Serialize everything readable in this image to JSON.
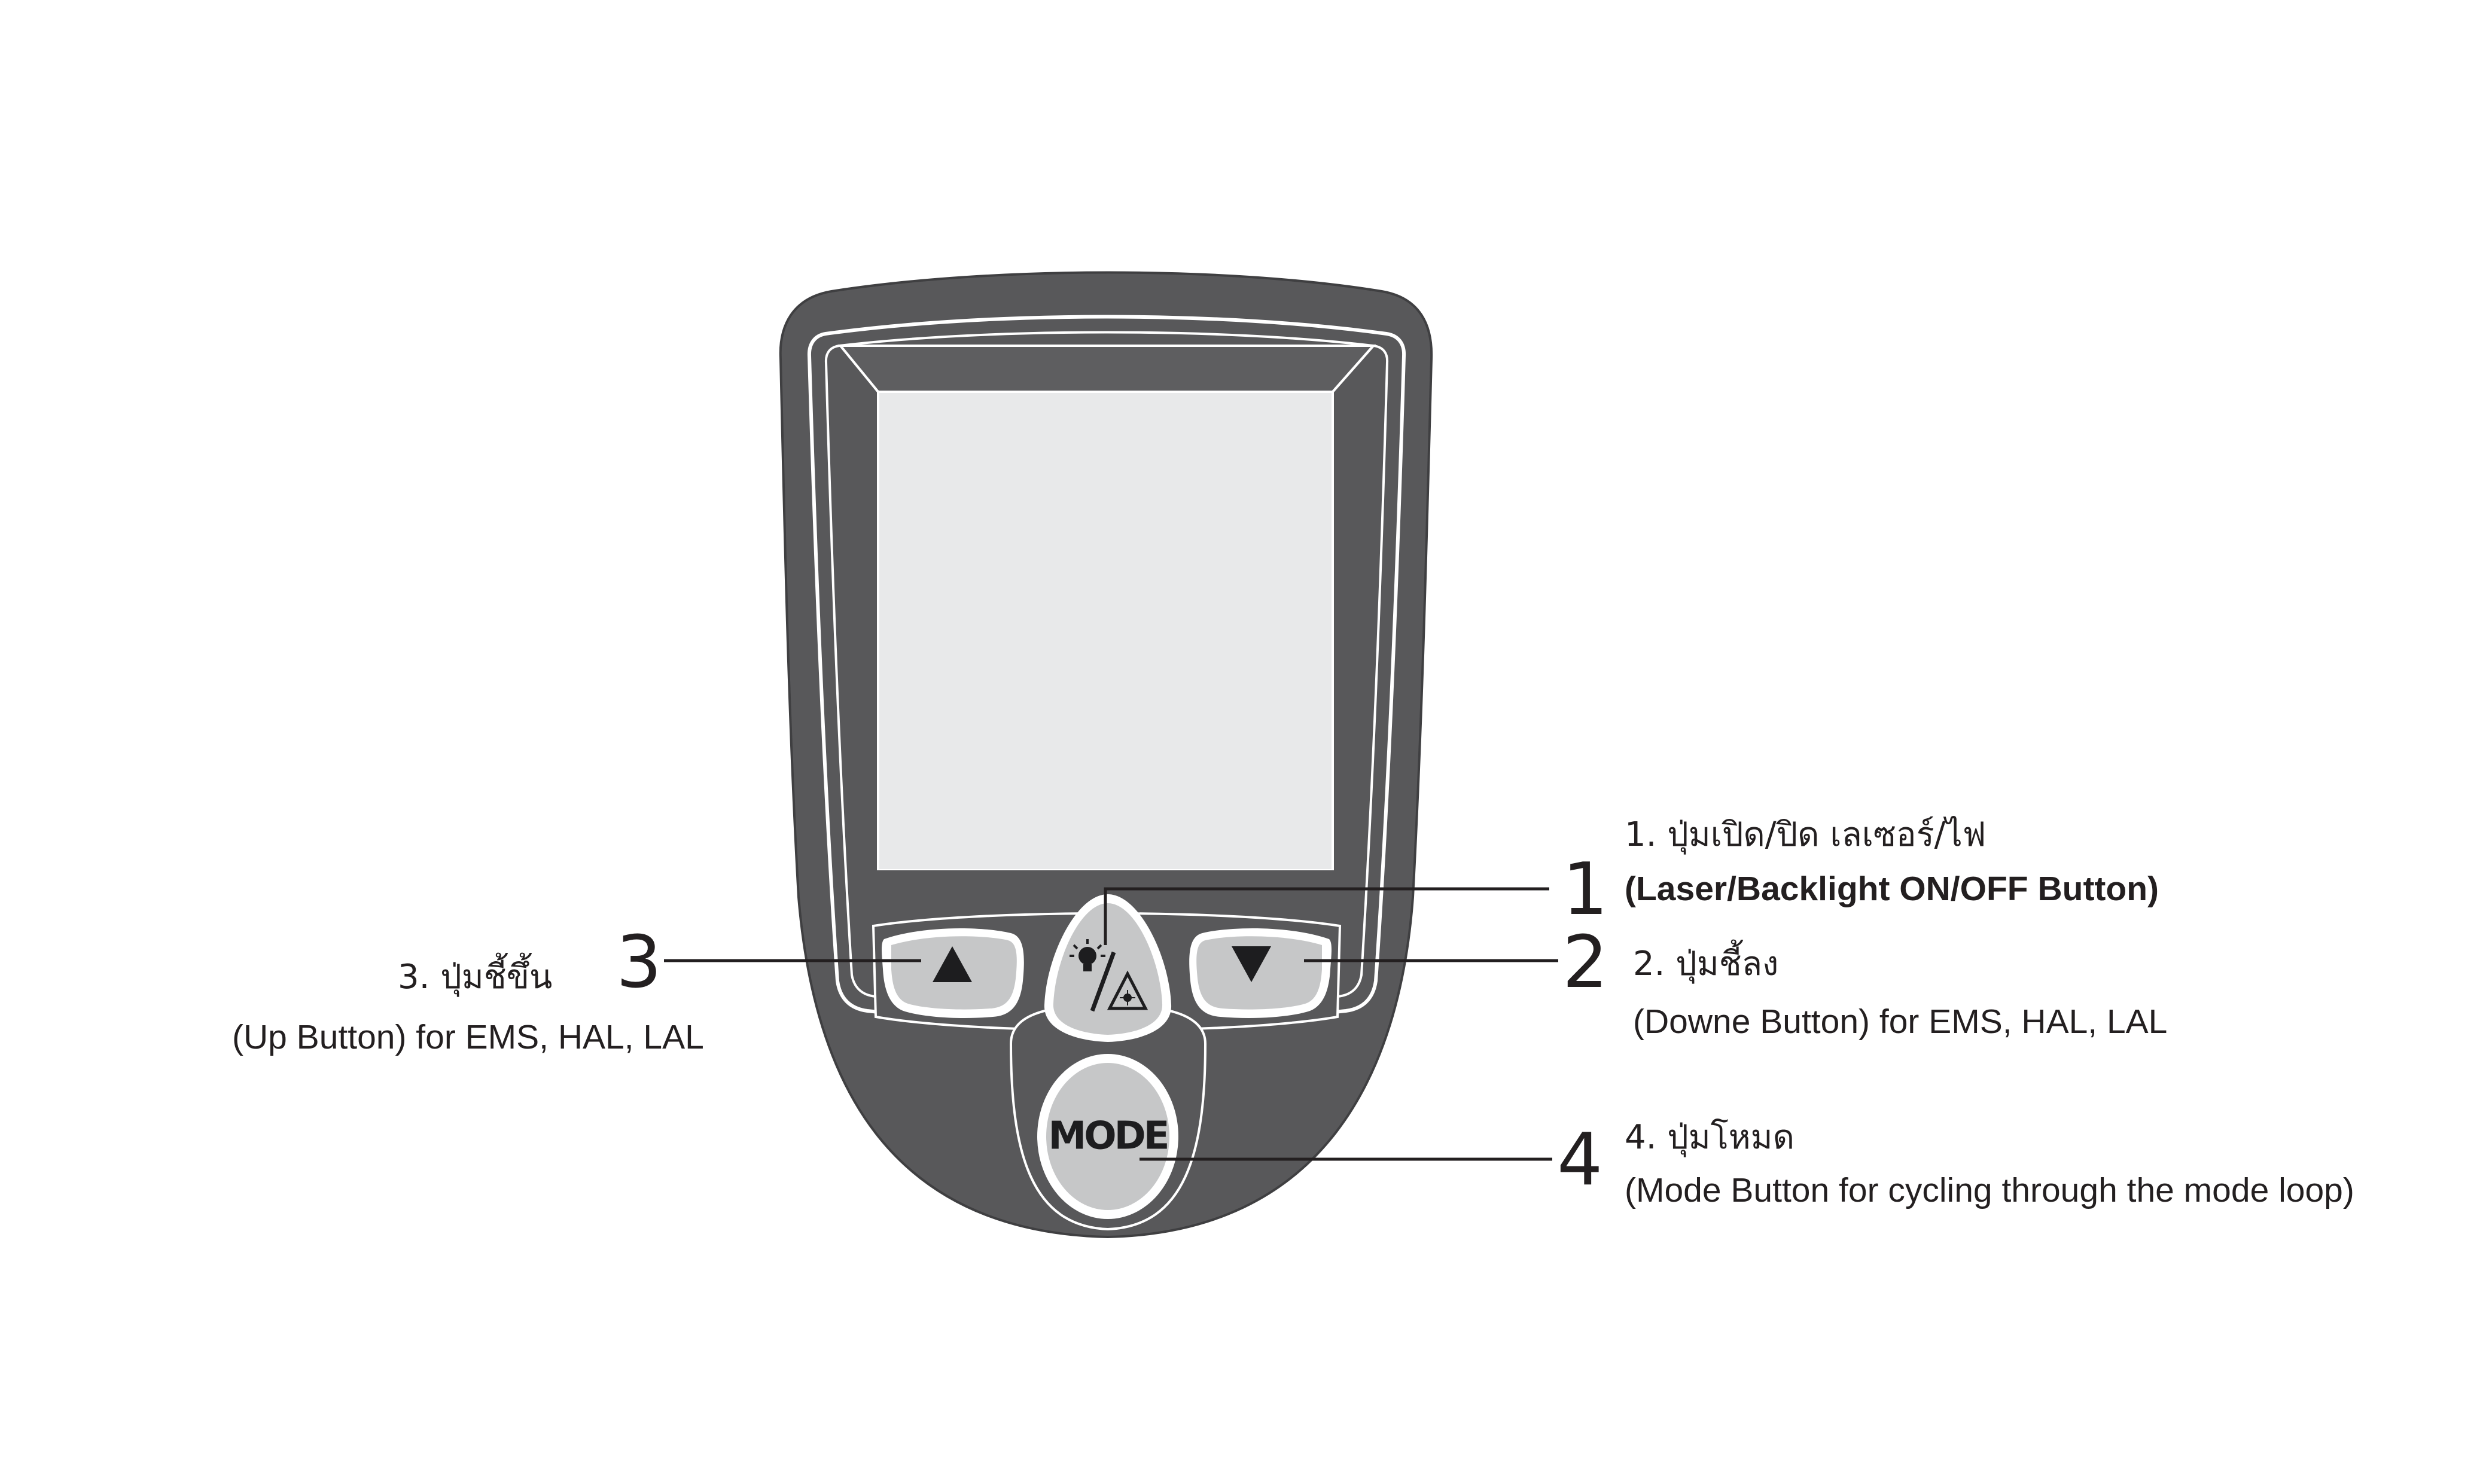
{
  "device": {
    "mode_button_label": "MODE",
    "up_button_icon": "up-triangle-icon",
    "down_button_icon": "down-triangle-icon",
    "laser_button_icon": "backlight-laser-icon"
  },
  "callouts": [
    {
      "number": "1",
      "thai": "1. ปุ่มเปิด/ปิด เลเซอร์/ไฟ",
      "english": "(Laser/Backlight ON/OFF Button)"
    },
    {
      "number": "2",
      "thai": "2. ปุ่มชี้ลง",
      "english": "(Downe Button) for EMS, HAL, LAL"
    },
    {
      "number": "3",
      "thai": "3. ปุ่มชี้ขึ้น",
      "english": "(Up Button) for EMS, HAL, LAL"
    },
    {
      "number": "4",
      "thai": "4. ปุ่มโหมด",
      "english": "(Mode Button for cycling through the mode loop)"
    }
  ],
  "colors": {
    "body": "#58585a",
    "body_edge": "#3f3f41",
    "bezel_line": "#ffffff",
    "screen": "#e8e9ea",
    "button_face": "#c6c7c8",
    "button_face_light": "#d9dadb",
    "ink": "#231f20"
  }
}
